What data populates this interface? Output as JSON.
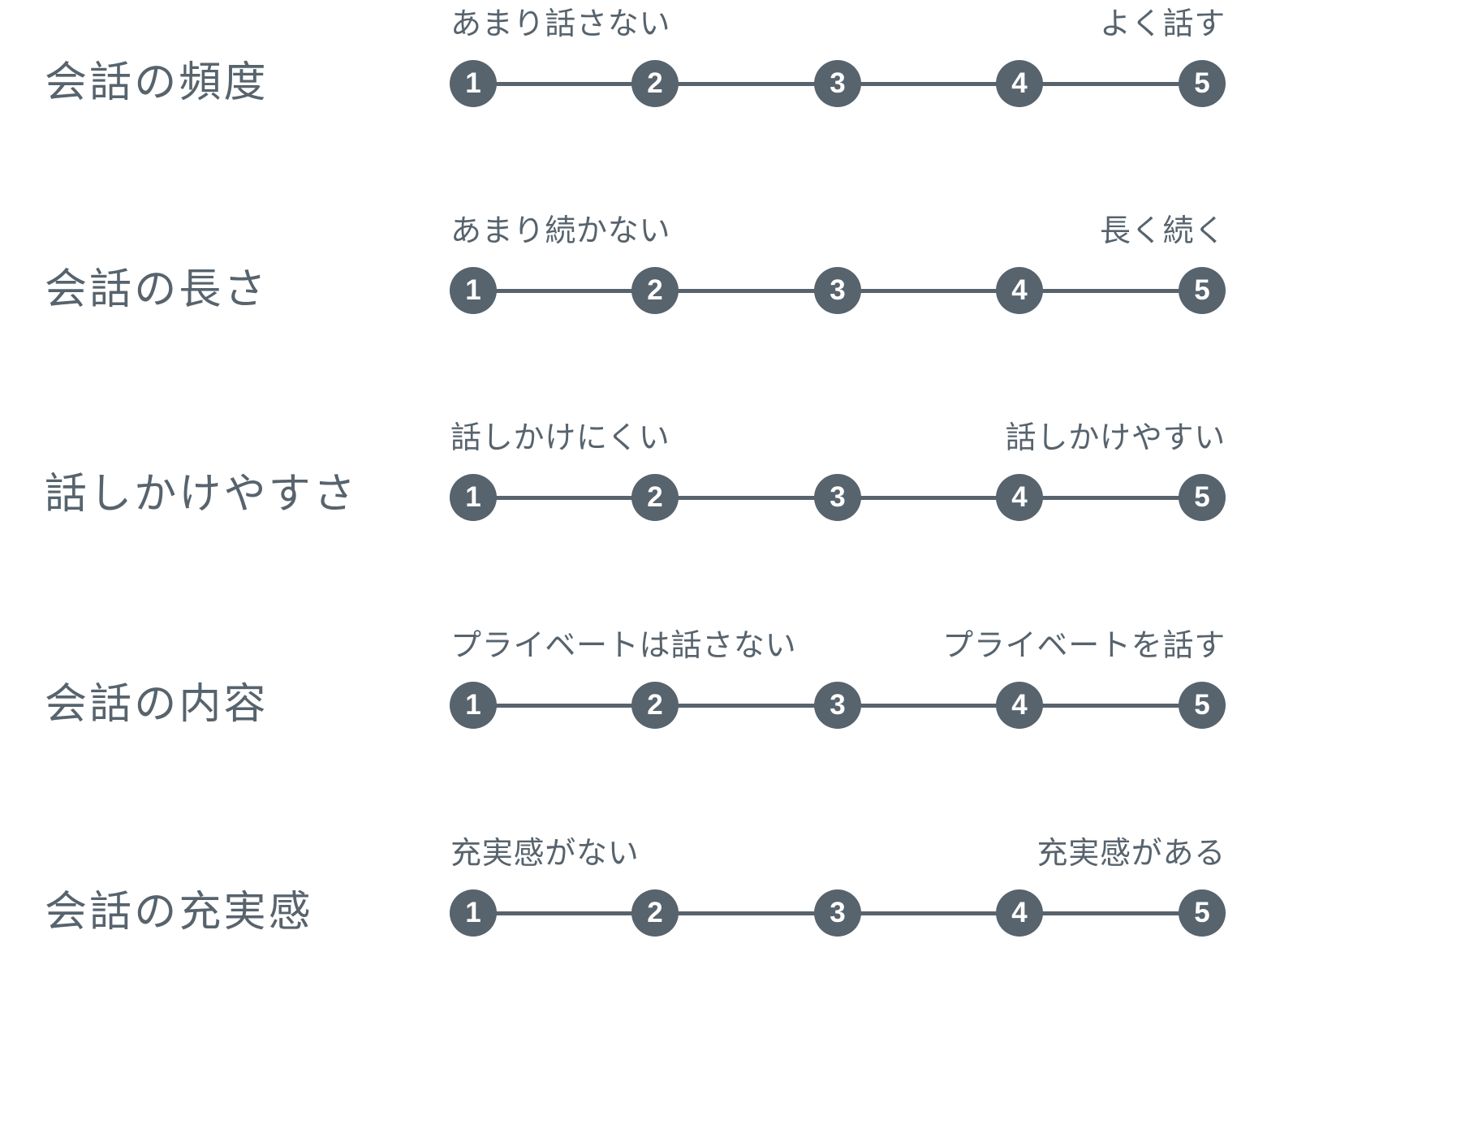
{
  "page": {
    "background_color": "#ffffff",
    "accent_color": "#57636d",
    "text_color": "#57636d"
  },
  "scale": {
    "points": [
      "1",
      "2",
      "3",
      "4",
      "5"
    ],
    "min": 1,
    "max": 5
  },
  "rows": [
    {
      "title": "会話の頻度",
      "left_anchor": "あまり話さない",
      "right_anchor": "よく話す",
      "options": [
        "1",
        "2",
        "3",
        "4",
        "5"
      ]
    },
    {
      "title": "会話の長さ",
      "left_anchor": "あまり続かない",
      "right_anchor": "長く続く",
      "options": [
        "1",
        "2",
        "3",
        "4",
        "5"
      ]
    },
    {
      "title": "話しかけやすさ",
      "left_anchor": "話しかけにくい",
      "right_anchor": "話しかけやすい",
      "options": [
        "1",
        "2",
        "3",
        "4",
        "5"
      ]
    },
    {
      "title": "会話の内容",
      "left_anchor": "プライベートは話さない",
      "right_anchor": "プライベートを話す",
      "options": [
        "1",
        "2",
        "3",
        "4",
        "5"
      ]
    },
    {
      "title": "会話の充実感",
      "left_anchor": "充実感がない",
      "right_anchor": "充実感がある",
      "options": [
        "1",
        "2",
        "3",
        "4",
        "5"
      ]
    }
  ]
}
